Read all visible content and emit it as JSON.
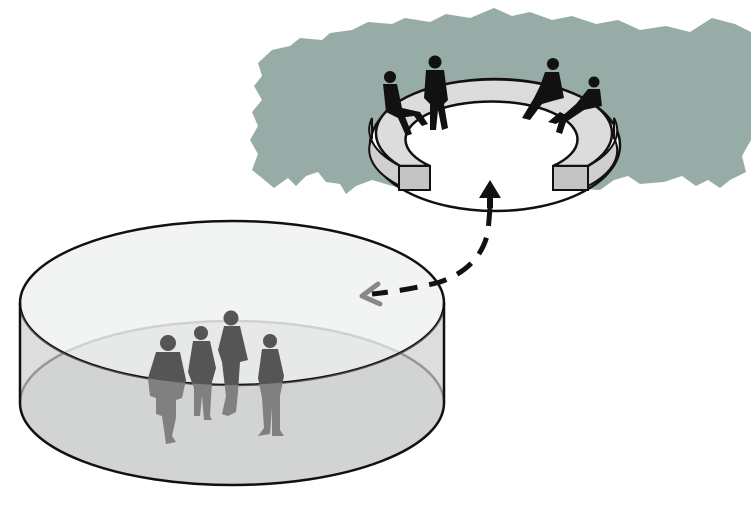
{
  "diagram": {
    "elements": [
      {
        "id": "foliage-background",
        "color": "#98aca7"
      },
      {
        "id": "curved-bench-ring",
        "shape": "open ring (C-shape)",
        "color": "#d9d9d9"
      },
      {
        "id": "seated-people",
        "count": 4,
        "color": "#111111"
      },
      {
        "id": "enclosed-cylinder",
        "shape": "transparent cylinder",
        "color": "#e2e4e4"
      },
      {
        "id": "standing-people",
        "count": 4,
        "color": "#555555"
      }
    ],
    "connectors": [
      {
        "from": "enclosed-cylinder",
        "to": "curved-bench-ring",
        "style": "dashed",
        "arrowheads": "both ends"
      }
    ]
  }
}
